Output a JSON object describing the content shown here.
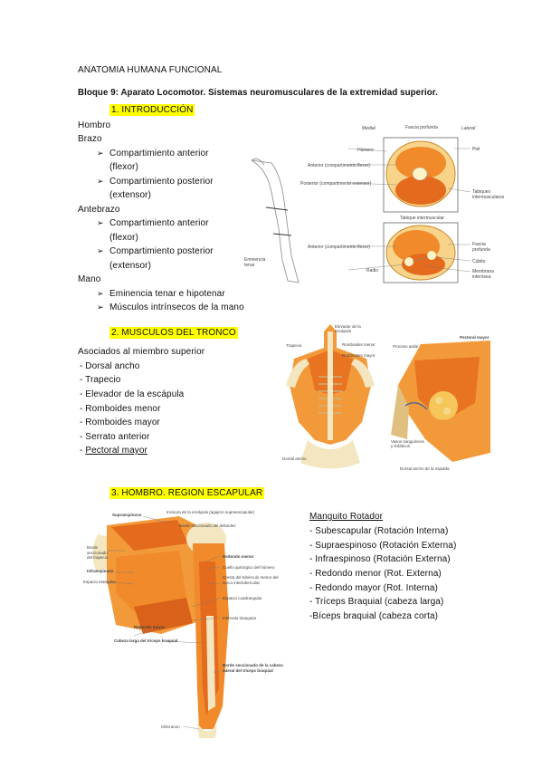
{
  "doc_title": "ANATOMIA HUMANA FUNCIONAL",
  "block_title": "Bloque 9: Aparato Locomotor. Sistemas neuromusculares de la extremidad superior.",
  "sec1": {
    "heading": "1. INTRODUCCIÓN",
    "hombro": "Hombro",
    "brazo": "Brazo",
    "brazo_items": [
      {
        "l1": "Compartimiento anterior",
        "l2": "(flexor)"
      },
      {
        "l1": "Compartimiento posterior",
        "l2": "(extensor)"
      }
    ],
    "antebrazo": "Antebrazo",
    "antebrazo_items": [
      {
        "l1": "Compartimiento anterior",
        "l2": "(flexor)"
      },
      {
        "l1": "Compartimiento posterior",
        "l2": "(extensor)"
      }
    ],
    "mano": "Mano",
    "mano_items": [
      "Eminencia tenar e hipotenar",
      "Músculos intrínsecos de la mano"
    ]
  },
  "fig1": {
    "medial": "Medial",
    "lateral": "Lateral",
    "fascia_prof": "Fascia profunda",
    "humero": "Húmero",
    "piel": "Piel",
    "ant_flex": "Anterior (compartimento flexor)",
    "post_ext": "Posterior (compartimento extensor)",
    "tabiques": "Tabiques intermusculares",
    "tabique_inter": "Tabique intermuscular",
    "ant_flex2": "Anterior (compartimento flexor)",
    "fascia_prof2": "Fascia profunda",
    "cubito": "Cúbito",
    "radio": "Radio",
    "membrana": "Membrana interósea",
    "eminencia": "Eminencia tenar"
  },
  "sec2": {
    "heading": "2. MUSCULOS DEL TRONCO",
    "intro": "Asociados al miembro superior",
    "items": [
      "- Dorsal ancho",
      "- Trapecio",
      "- Elevador de la escápula",
      "- Romboides menor",
      "- Romboides mayor",
      "- Serrato anterior"
    ],
    "last_prefix": "- ",
    "last": "Pectoral mayor"
  },
  "fig2": {
    "elevador": "Elevador de la escápula",
    "trapecio": "Trapecio",
    "romb_menor": "Romboides menor",
    "romb_mayor": "Romboides mayor",
    "dorsal": "Dorsal ancho",
    "pectoral": "Pectoral mayor",
    "proc": "Proceso axilar",
    "vasos": "Vasos sanguíneos y linfáticos",
    "dorsal2": "Dorsal ancho de la espalda"
  },
  "sec3": {
    "heading": "3. HOMBRO. REGION ESCAPULAR",
    "manguito_title": "Manguito Rotador",
    "manguito_items": [
      "- Subescapular (Rotación Interna)",
      "- Supraespinoso (Rotación Externa)",
      "- Infraespinoso (Rotación Externa)",
      "- Redondo menor (Rot. Externa)",
      "- Redondo mayor (Rot. Interna)",
      "- Tríceps Braquial (cabeza larga)",
      "-Bíceps braquial (cabeza corta)"
    ]
  },
  "fig3": {
    "supra": "Supraespinoso",
    "incisura": "Incisura de la escápula (agujero supraescapular)",
    "borde_delt": "Borde seccionado del deltoides",
    "borde_trap": "Borde seccionado del trapecio",
    "infra": "Infraespinoso",
    "espacio": "Espacio triangular",
    "red_menor": "Redondo menor",
    "cuello": "Cuello quirúrgico del húmero",
    "cresta": "Cresta del tubérculo menor del surco intertubercular",
    "esp_cuad": "Espacio cuadrangular",
    "intervalo": "Intervalo triangular",
    "red_mayor": "Redondo mayor",
    "cabeza": "Cabeza larga del tríceps braquial",
    "borde_cab": "Borde seccionado de la cabeza lateral del tríceps braquial",
    "olecranon": "Olécranon"
  },
  "colors": {
    "highlight": "#ffff00",
    "muscle": "#f08a2a",
    "muscle_dark": "#d9611a",
    "bone": "#f3e6c0"
  }
}
